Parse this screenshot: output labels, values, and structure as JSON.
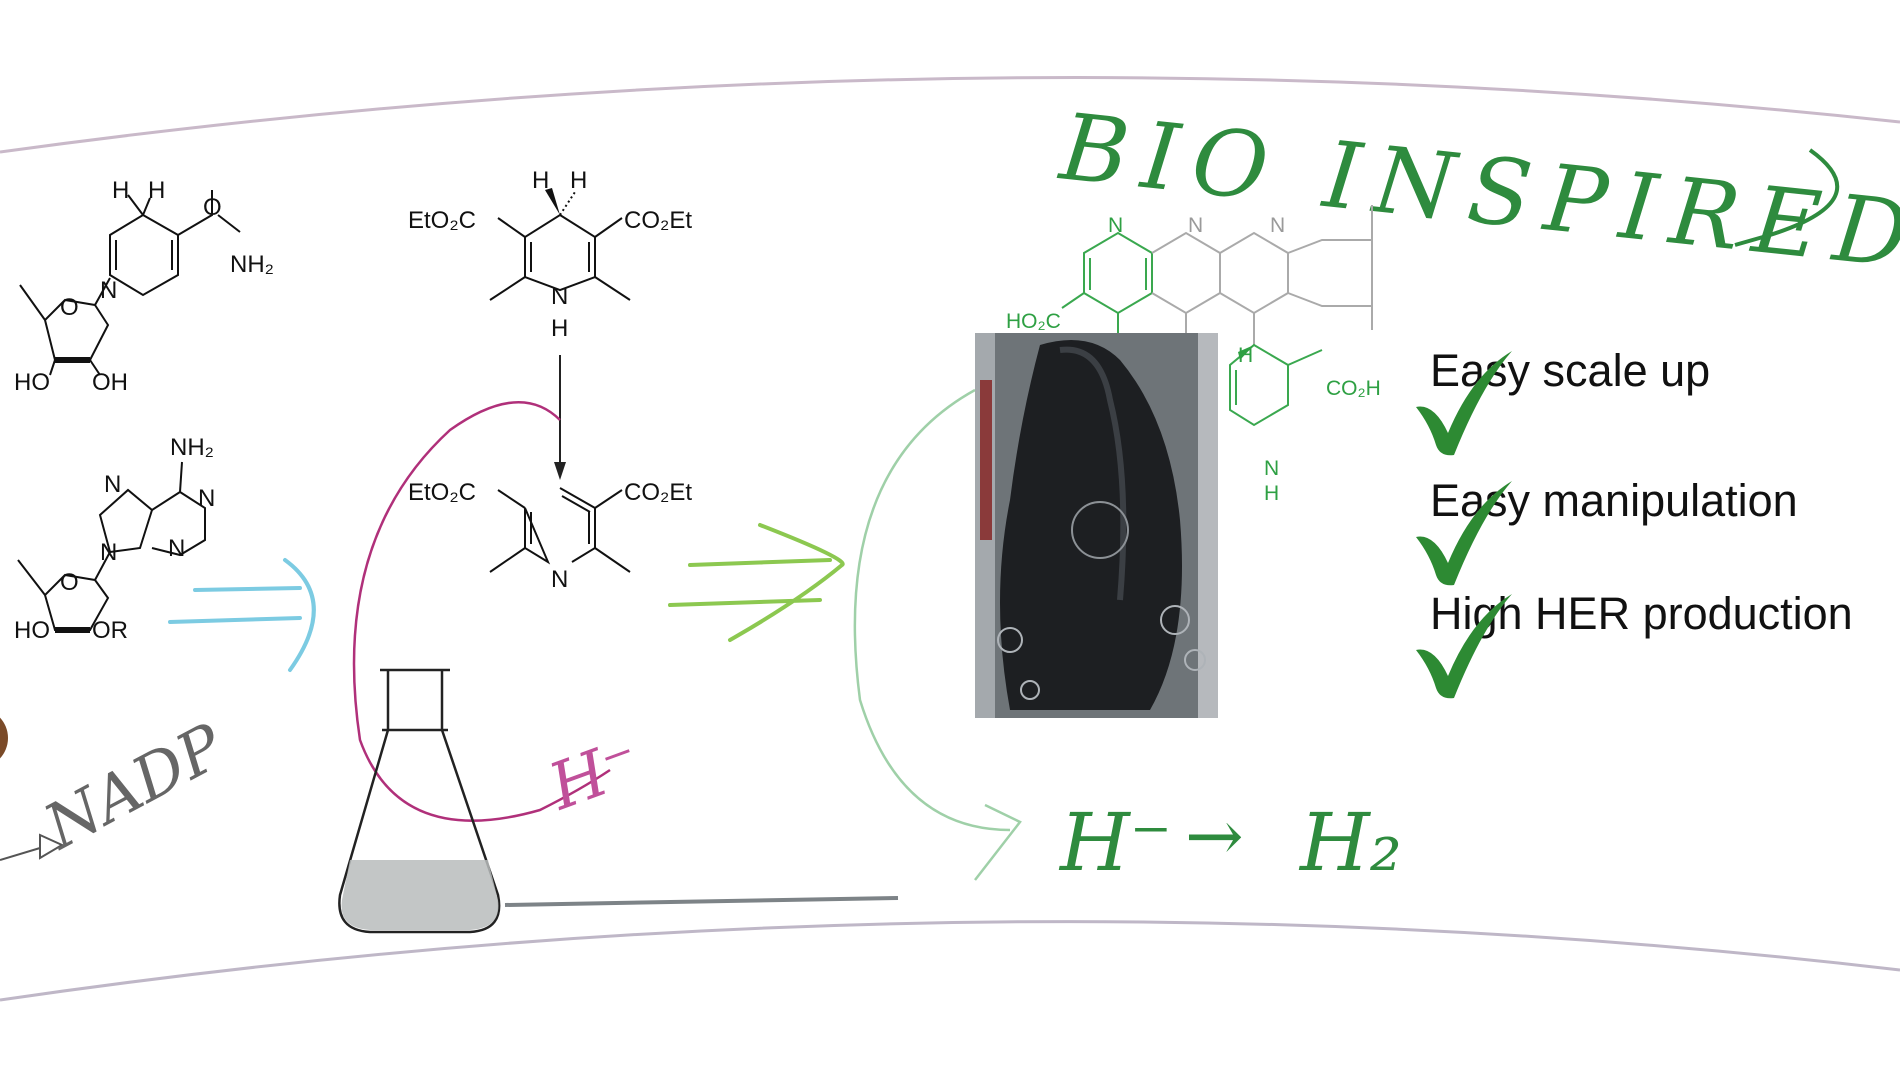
{
  "title": "BIO INSPIRED",
  "nadh": {
    "h1": "H",
    "h2": "H",
    "o": "O",
    "nh2": "NH₂",
    "n": "N",
    "ring_o": "O",
    "ho": "HO",
    "oh": "OH"
  },
  "nadp": {
    "nh2": "NH₂",
    "n1": "N",
    "n2": "N",
    "n3": "N",
    "n4": "N",
    "ring_o": "O",
    "ho": "HO",
    "or": "OR"
  },
  "nadp_label": "NADP",
  "hantzsch": {
    "h1": "H",
    "h2": "H",
    "left": "EtO₂C",
    "right": "CO₂Et",
    "n": "N",
    "nh": "H"
  },
  "pyridine": {
    "left": "EtO₂C",
    "right": "CO₂Et",
    "n": "N"
  },
  "hydride_label": "H⁻",
  "framework": {
    "n1": "N",
    "n2": "N",
    "n3": "N",
    "acid_left": "HO₂C",
    "h": "H",
    "acid_right": "CO₂H",
    "nh_n": "N",
    "nh_h": "H"
  },
  "reaction_label": {
    "hydride": "H⁻",
    "arrow": "→",
    "product": "H₂"
  },
  "checklist": [
    {
      "label": "Easy scale up"
    },
    {
      "label": "Easy manipulation"
    },
    {
      "label": "High HER production"
    }
  ],
  "colors": {
    "green": "#2e8b3e",
    "magenta": "#b0307a",
    "cyan": "#6ec6e0",
    "lightgreen": "#8cc850"
  }
}
